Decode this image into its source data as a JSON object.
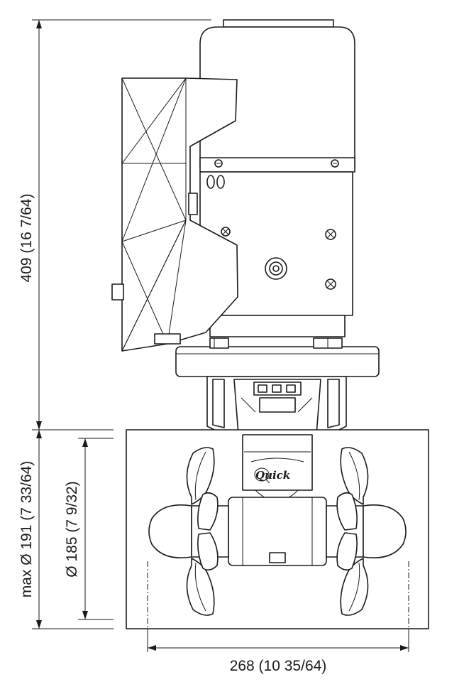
{
  "dimensions": {
    "height_total": "409 (16 7/64)",
    "tunnel_max_diameter": "max Ø 191 (7 33/64)",
    "tunnel_diameter": "Ø 185 (7 9/32)",
    "width": "268 (10 35/64)"
  },
  "brand": {
    "logo_text": "Quick"
  }
}
